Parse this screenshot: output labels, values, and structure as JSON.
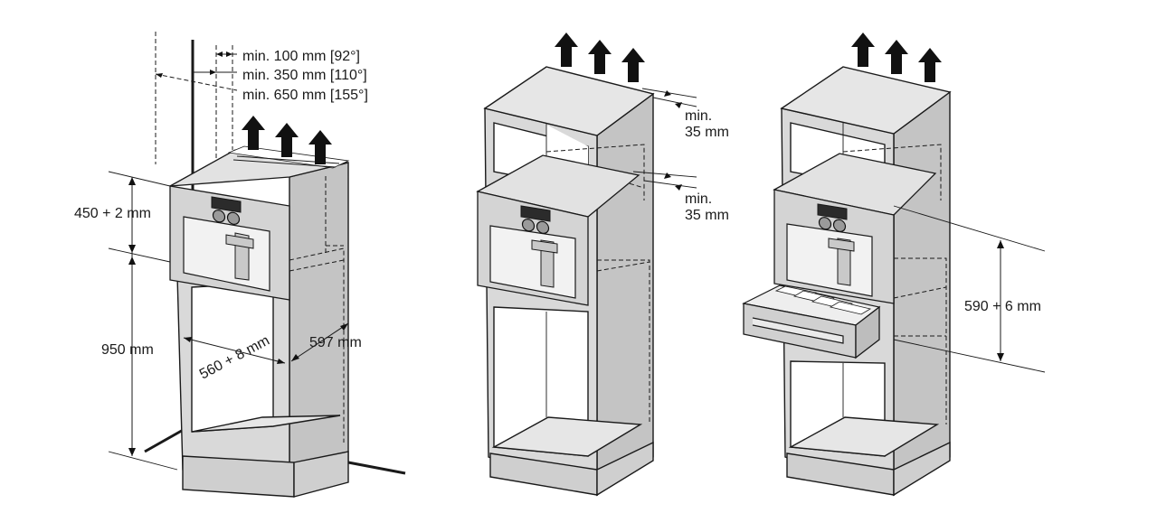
{
  "clearances": {
    "line1": "min. 100 mm [92°]",
    "line2": "min. 350 mm [110°]",
    "line3": "min. 650 mm [155°]"
  },
  "dimensions": {
    "appliance_height": "450 + 2 mm",
    "niche_height": "950 mm",
    "niche_width": "560 + 8 mm",
    "niche_depth": "597 mm",
    "gap_top_line1": "min.",
    "gap_top_line2": "35 mm",
    "gap_mid_line1": "min.",
    "gap_mid_line2": "35 mm",
    "drawer_niche_height": "590 + 6 mm"
  }
}
